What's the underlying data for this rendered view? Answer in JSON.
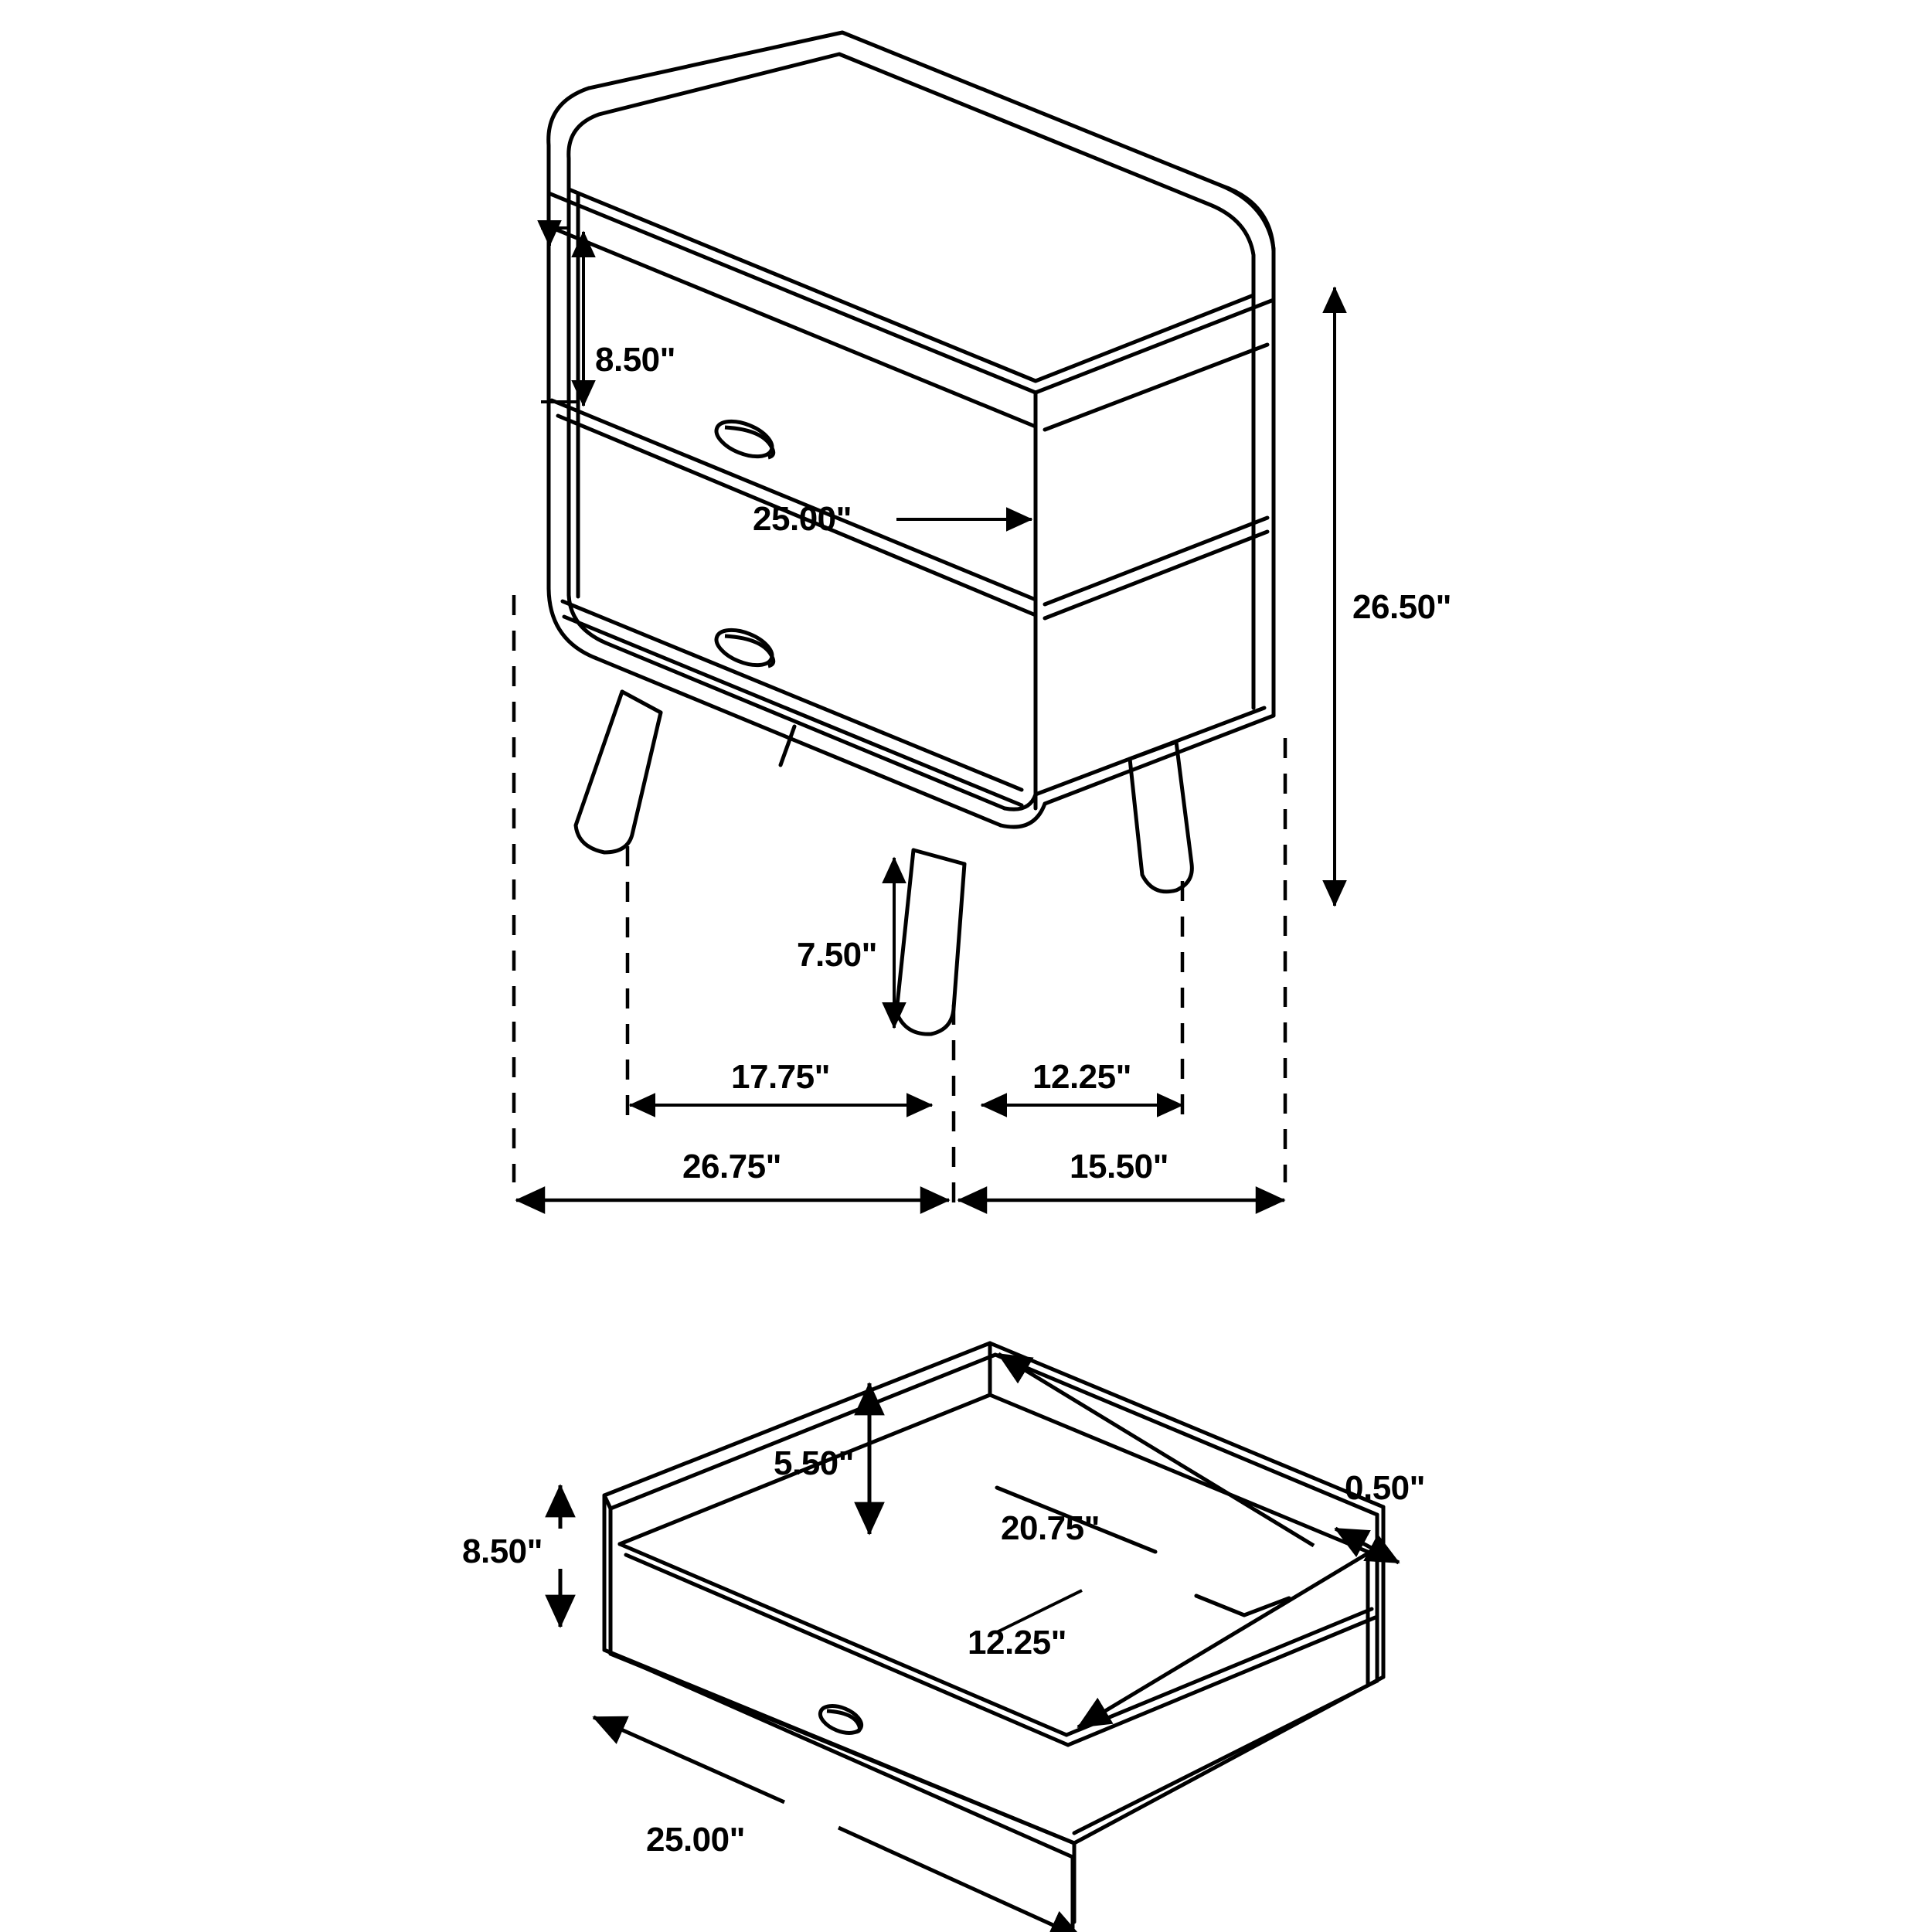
{
  "drawing": {
    "title": "Nightstand dimensional drawing",
    "units": "inches",
    "line_color": "#000000",
    "background_color": "#ffffff"
  },
  "views": {
    "nightstand": {
      "name": "nightstand-assembly-view",
      "description": "Two-drawer mid-century nightstand with rounded corners and four splayed tapered legs, shown in isometric projection",
      "dimensions": {
        "drawer_front_height": "8.50\"",
        "case_width": "25.00\"",
        "overall_height": "26.50\"",
        "leg_height": "7.50\"",
        "front_leg_inset_left": "17.75\"",
        "front_leg_inset_right": "12.25\"",
        "overall_depth_left": "26.75\"",
        "overall_depth_right": "15.50\""
      }
    },
    "drawer": {
      "name": "drawer-box-detail-view",
      "description": "Single drawer box with front panel, shown in isometric projection",
      "dimensions": {
        "interior_depth": "5.50\"",
        "front_height": "8.50\"",
        "interior_length": "20.75\"",
        "interior_width": "12.25\"",
        "front_width": "25.00\"",
        "panel_thickness": "0.50\""
      }
    }
  },
  "labels": {
    "ns_drawer_front_height": "8.50\"",
    "ns_case_width": "25.00\"",
    "ns_overall_height": "26.50\"",
    "ns_leg_height": "7.50\"",
    "ns_leg_inset_left": "17.75\"",
    "ns_leg_inset_right": "12.25\"",
    "ns_depth_left": "26.75\"",
    "ns_depth_right": "15.50\"",
    "dr_interior_depth": "5.50\"",
    "dr_front_height": "8.50\"",
    "dr_interior_length": "20.75\"",
    "dr_interior_width": "12.25\"",
    "dr_front_width": "25.00\"",
    "dr_thickness": "0.50\""
  }
}
